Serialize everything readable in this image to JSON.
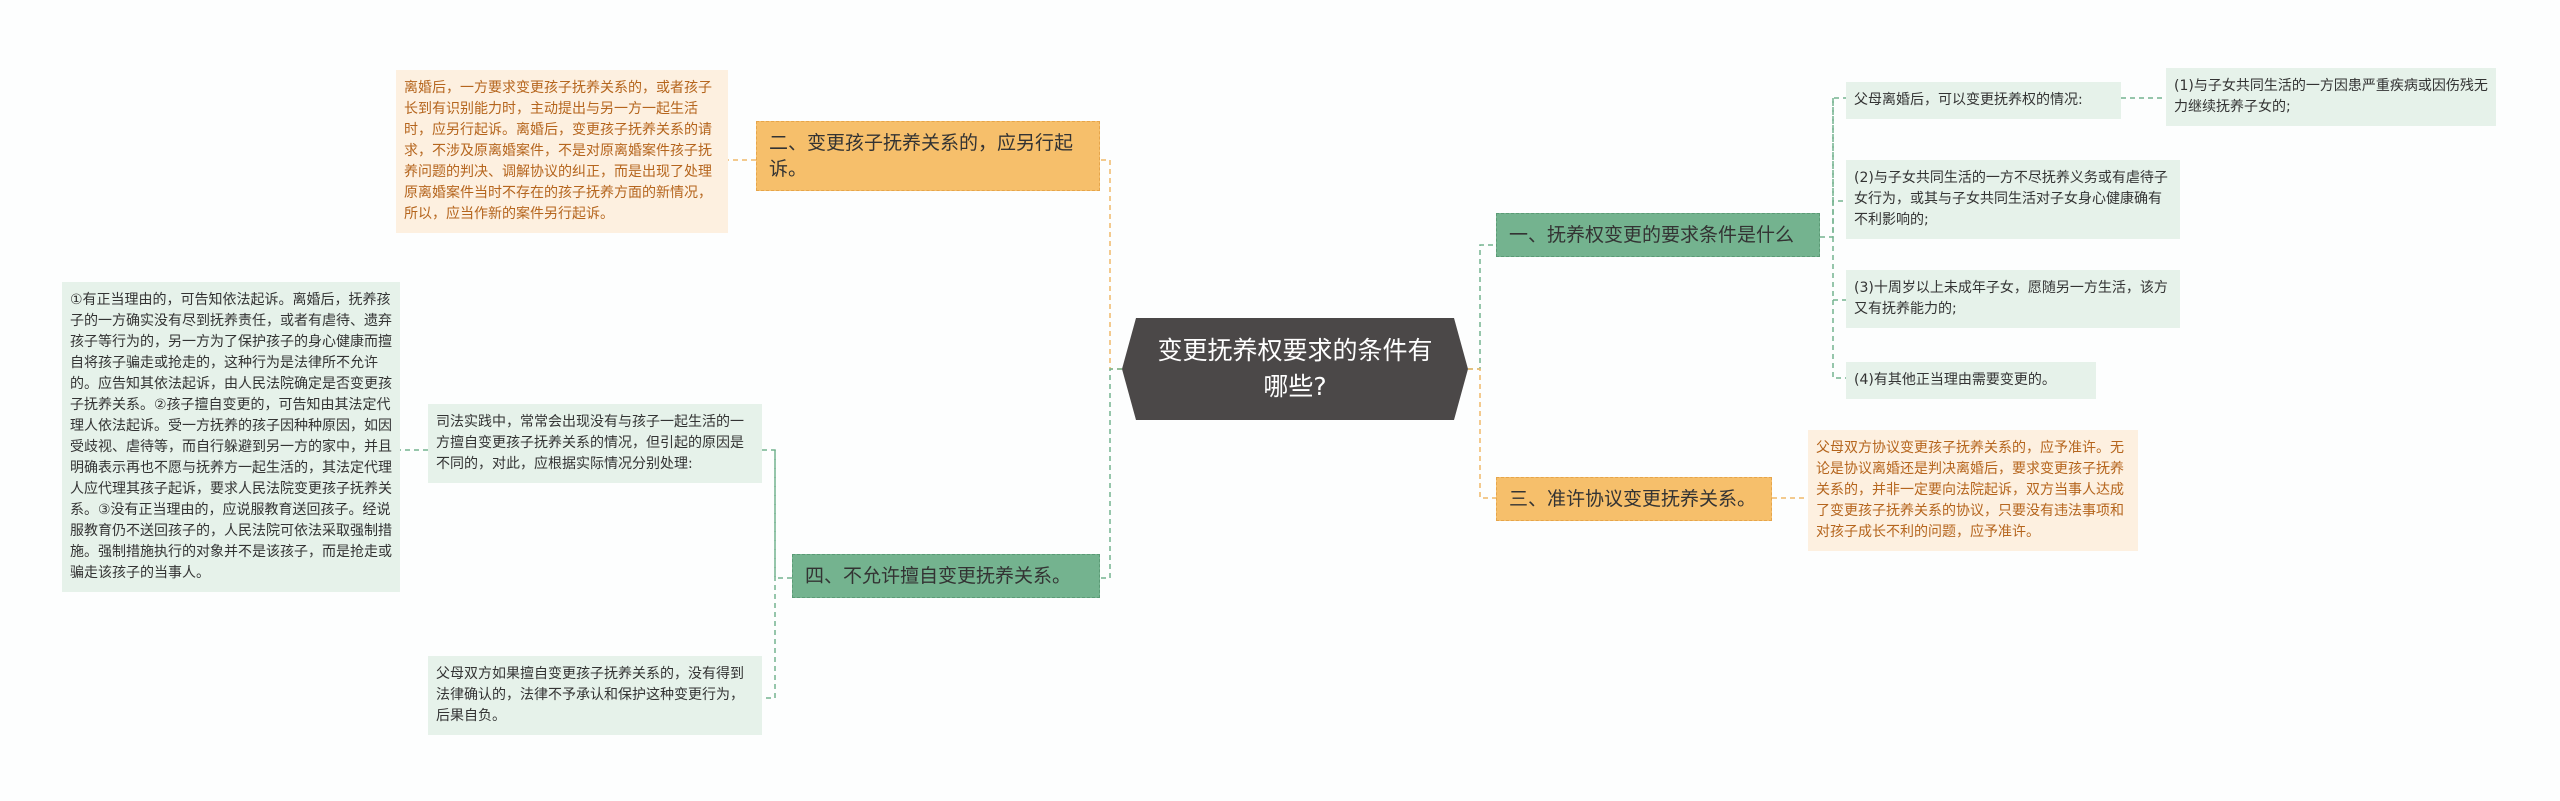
{
  "root": {
    "title": "变更抚养权要求的条件有哪些?"
  },
  "branches": [
    {
      "title": "一、抚养权变更的要求条件是什么",
      "children": [
        {
          "text": "父母离婚后，可以变更抚养权的情况:",
          "children": [
            "(1)与子女共同生活的一方因患严重疾病或因伤残无力继续抚养子女的;"
          ]
        },
        {
          "text": "(2)与子女共同生活的一方不尽抚养义务或有虐待子女行为，或其与子女共同生活对子女身心健康确有不利影响的;"
        },
        {
          "text": "(3)十周岁以上未成年子女，愿随另一方生活，该方又有抚养能力的;"
        },
        {
          "text": "(4)有其他正当理由需要变更的。"
        }
      ]
    },
    {
      "title": "二、变更孩子抚养关系的，应另行起诉。",
      "children": [
        {
          "text": "离婚后，一方要求变更孩子抚养关系的，或者孩子长到有识别能力时，主动提出与另一方一起生活时，应另行起诉。离婚后，变更孩子抚养关系的请求，不涉及原离婚案件，不是对原离婚案件孩子抚养问题的判决、调解协议的纠正，而是出现了处理原离婚案件当时不存在的孩子抚养方面的新情况，所以，应当作新的案件另行起诉。"
        }
      ]
    },
    {
      "title": "三、准许协议变更抚养关系。",
      "children": [
        {
          "text": "父母双方协议变更孩子抚养关系的，应予准许。无论是协议离婚还是判决离婚后，要求变更孩子抚养关系的，并非一定要向法院起诉，双方当事人达成了变更孩子抚养关系的协议，只要没有违法事项和对孩子成长不利的问题，应予准许。"
        }
      ]
    },
    {
      "title": "四、不允许擅自变更抚养关系。",
      "children": [
        {
          "text": "司法实践中，常常会出现没有与孩子一起生活的一方擅自变更孩子抚养关系的情况，但引起的原因是不同的，对此，应根据实际情况分别处理:",
          "children": [
            "①有正当理由的，可告知依法起诉。离婚后，抚养孩子的一方确实没有尽到抚养责任，或者有虐待、遗弃孩子等行为的，另一方为了保护孩子的身心健康而擅自将孩子骗走或抢走的，这种行为是法律所不允许的。应告知其依法起诉，由人民法院确定是否变更孩子抚养关系。②孩子擅自变更的，可告知由其法定代理人依法起诉。受一方抚养的孩子因种种原因，如因受歧视、虐待等，而自行躲避到另一方的家中，并且明确表示再也不愿与抚养方一起生活的，其法定代理人应代理其孩子起诉，要求人民法院变更孩子抚养关系。③没有正当理由的，应说服教育送回孩子。经说服教育仍不送回孩子的，人民法院可依法采取强制措施。强制措施执行的对象并不是该孩子，而是抢走或骗走该孩子的当事人。"
          ]
        },
        {
          "text": "父母双方如果擅自变更孩子抚养关系的，没有得到法律确认的，法律不予承认和保护这种变更行为，后果自负。"
        }
      ]
    }
  ]
}
